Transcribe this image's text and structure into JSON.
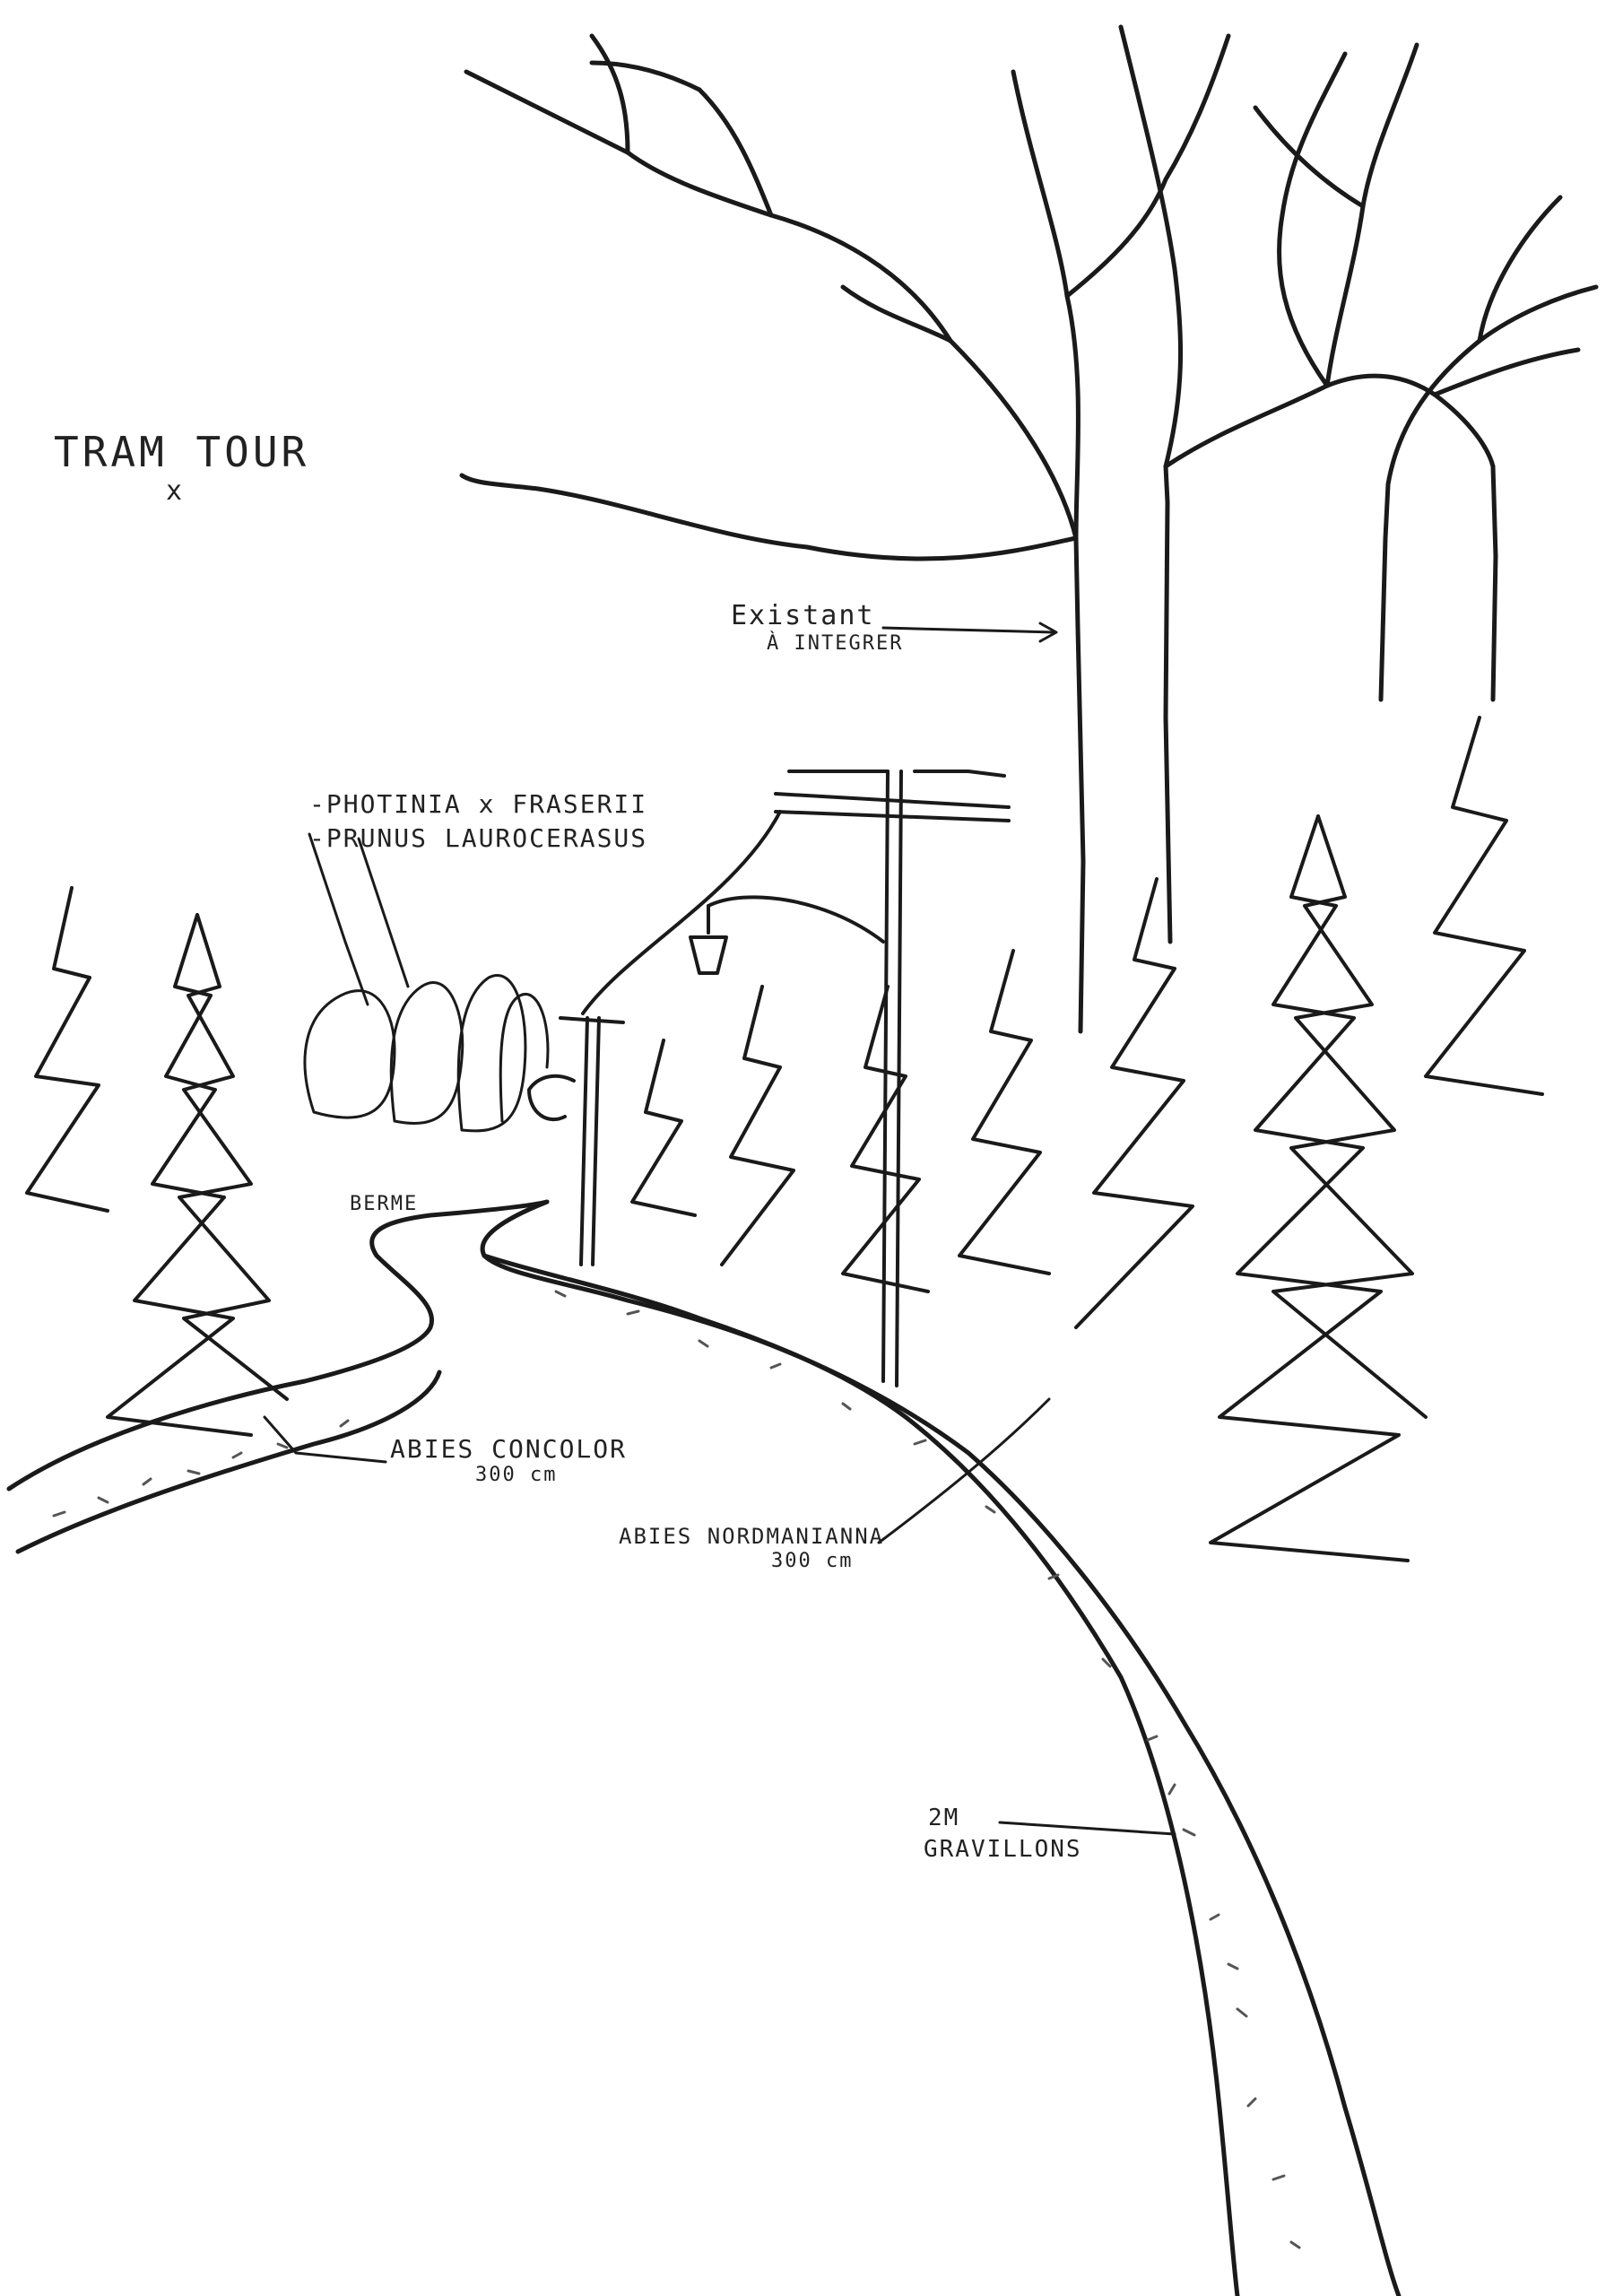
{
  "labels": {
    "title": "TRAM TOUR",
    "title_mark": "x",
    "existing_tree": [
      "Existant",
      "À INTEGRER"
    ],
    "hedge_species": [
      "-PHOTINIA x FRASERII",
      "-PRUNUS LAUROCERASUS"
    ],
    "verge": "BERME",
    "abies_concolor": [
      "ABIES CONCOLOR",
      "300 cm"
    ],
    "abies_nordmanniana": [
      "ABIES NORDMANIANNA",
      "300 cm"
    ],
    "gravel": [
      "2M",
      "GRAVILLONS"
    ]
  },
  "colors": {
    "ink": "#1a1a1a",
    "pencil": "#9a9a9a",
    "paper": "#ffffff"
  }
}
